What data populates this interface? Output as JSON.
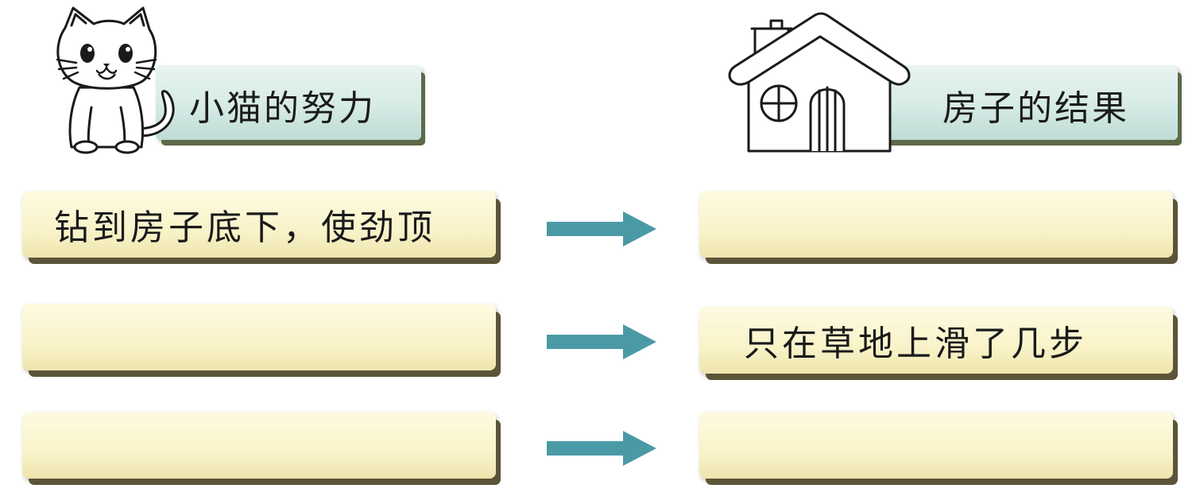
{
  "left_column": {
    "header": "小猫的努力",
    "header_icon": "cat-icon",
    "boxes": [
      "钻到房子底下，使劲顶",
      "",
      ""
    ]
  },
  "right_column": {
    "header": "房子的结果",
    "header_icon": "house-icon",
    "boxes": [
      "",
      "只在草地上滑了几步",
      ""
    ]
  },
  "arrow_icon": "right-arrow-icon",
  "colors": {
    "header_fill": "#d6ebe6",
    "box_fill": "#f9f3c9",
    "arrow": "#4a9aa6"
  }
}
